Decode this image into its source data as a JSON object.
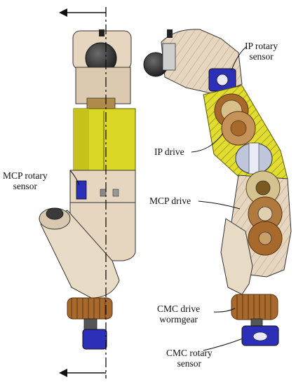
{
  "labels": {
    "ip_rotary_sensor": [
      "IP rotary",
      "sensor"
    ],
    "ip_drive": "IP drive",
    "mcp_rotary_sensor": [
      "MCP rotary",
      "sensor"
    ],
    "mcp_drive": "MCP drive",
    "cmc_drive_wormgear": [
      "CMC drive",
      "wormgear"
    ],
    "cmc_rotary_sensor": [
      "CMC rotary",
      "sensor"
    ]
  },
  "colors": {
    "beige": "#e6d6c0",
    "beige_dark": "#c9b49b",
    "yellow_housing": "#d9d626",
    "yellow_dark": "#b2ad12",
    "sensor_blue": "#2c2fb8",
    "gear_bronze": "#a86a2c",
    "gear_light": "#d9c08a",
    "rubber_dark": "#3a3a3a",
    "leader_line": "#111111"
  },
  "icons": {
    "section_arrow": "arrow-left-icon"
  }
}
